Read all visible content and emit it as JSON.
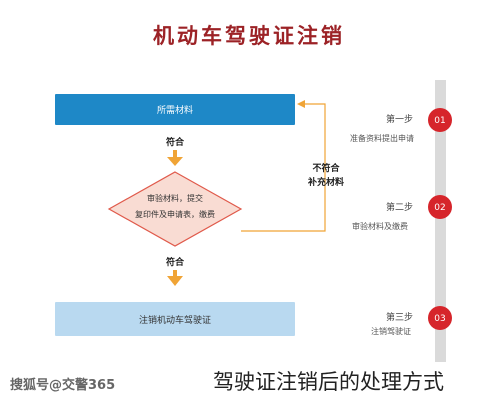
{
  "header": {
    "title": "机动车驾驶证注销"
  },
  "flow": {
    "box_top": "所需材料",
    "label_pass_1": "符合",
    "diamond_line1": "审验材料，提交",
    "diamond_line2": "复印件及申请表，缴费",
    "label_fail_line1": "不符合",
    "label_fail_line2": "补充材料",
    "label_pass_2": "符合",
    "box_bottom": "注销机动车驾驶证"
  },
  "steps": [
    {
      "badge": "01",
      "title": "第一步",
      "desc": "准备资料提出申请"
    },
    {
      "badge": "02",
      "title": "第二步",
      "desc": "审验材料及缴费"
    },
    {
      "badge": "03",
      "title": "第三步",
      "desc": "注销驾驶证"
    }
  ],
  "footer": {
    "watermark": "搜狐号@交警365",
    "caption": "驾驶证注销后的处理方式"
  },
  "colors": {
    "title": "#9c2226",
    "box_top": "#1e88c7",
    "box_bottom": "#b9d9f0",
    "diamond": "#f9dcd3",
    "diamond_border": "#e05a4b",
    "arrow": "#f0a436",
    "timeline": "#dadada",
    "badge": "#d6252b"
  }
}
